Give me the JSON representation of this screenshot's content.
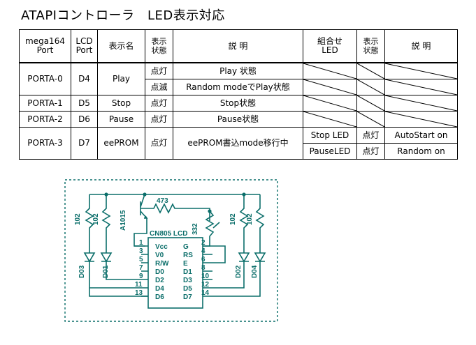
{
  "title": "ATAPIコントローラ　LED表示対応",
  "table": {
    "headers": {
      "mega164_port": [
        "mega164",
        "Port"
      ],
      "lcd_port": [
        "LCD",
        "Port"
      ],
      "display_name": "表示名",
      "display_state": [
        "表示",
        "状態"
      ],
      "description": "説 明",
      "combined_led": [
        "組合せ",
        "LED"
      ],
      "display_state2": [
        "表示",
        "状態"
      ],
      "description2": "説 明"
    },
    "rows": [
      {
        "port": "PORTA-0",
        "lcd": "D4",
        "name": "Play",
        "sub": [
          {
            "state": "点灯",
            "desc": "Play 状態"
          },
          {
            "state": "点滅",
            "desc": "Random modeでPlay状態"
          }
        ]
      },
      {
        "port": "PORTA-1",
        "lcd": "D5",
        "name": "Stop",
        "sub": [
          {
            "state": "点灯",
            "desc": "Stop状態"
          }
        ]
      },
      {
        "port": "PORTA-2",
        "lcd": "D6",
        "name": "Pause",
        "sub": [
          {
            "state": "点灯",
            "desc": "Pause状態"
          }
        ]
      },
      {
        "port": "PORTA-3",
        "lcd": "D7",
        "name": "eePROM",
        "state": "点灯",
        "desc": "eePROM書込mode移行中",
        "combo": [
          {
            "led": "Stop LED",
            "state": "点灯",
            "desc": "AutoStart on"
          },
          {
            "led": "PauseLED",
            "state": "点灯",
            "desc": "Random on"
          }
        ]
      }
    ]
  },
  "schematic": {
    "transistor": "A1015",
    "r_base": "473",
    "r_contrast": "332",
    "r_led": "102",
    "lcd_name": "CN805 LCD",
    "leds": [
      "D03",
      "D01",
      "D02",
      "D04"
    ],
    "pins_left": [
      "Vcc",
      "V0",
      "R/W",
      "D0",
      "D2",
      "D4",
      "D6"
    ],
    "pins_left_no": [
      "3",
      "5",
      "7",
      "9",
      "11",
      "13"
    ],
    "pins_right": [
      "G",
      "RS",
      "E",
      "D1",
      "D3",
      "D5",
      "D7"
    ],
    "pins_right_no": [
      "2",
      "4",
      "6",
      "8",
      "10",
      "12",
      "14"
    ],
    "pin_1": "1"
  }
}
